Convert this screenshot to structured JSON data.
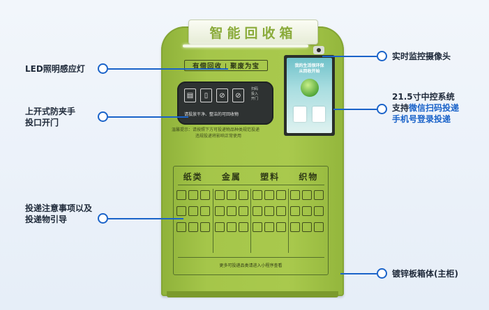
{
  "cabinet": {
    "title": "智能回收箱",
    "slogan_left": "有偿回收",
    "slogan_right": "聚废为宝",
    "monitor": {
      "line1": "我的生活很环保",
      "line2": "从回收开始"
    },
    "drop_port_side": "扫码投入开门",
    "drop_port_note": "请投放干净、整洁的可回收物",
    "warm_tip_1": "温馨提示：请按照下方可投递物品种类规范投递",
    "warm_tip_2": "违规投递将影响正常使用",
    "categories": [
      "纸类",
      "金属",
      "塑料",
      "织物"
    ],
    "guide_footer": "更多可投递品类请进入小程序查看"
  },
  "callouts": {
    "led": "LED照明感应灯",
    "drop_port_line1": "上开式防夹手",
    "drop_port_line2": "投口开门",
    "guide_line1": "投递注意事项以及",
    "guide_line2": "投递物引导",
    "camera": "实时监控摄像头",
    "control_line1": "21.5寸中控系统",
    "control_line2_prefix": "支持",
    "control_line2_highlight": "微信扫码投递",
    "control_line3": "手机号登录投递",
    "cabinet_body": "镀锌板箱体(主柜)"
  },
  "colors": {
    "accent": "#1a63c9",
    "cabinet_green": "#a5c64a",
    "panel_dark": "#2e3232"
  }
}
